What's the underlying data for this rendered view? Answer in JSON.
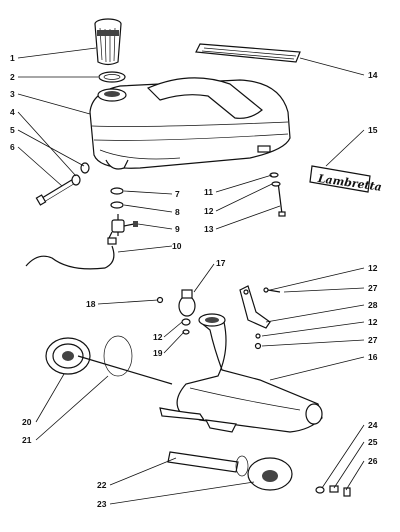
{
  "diagram": {
    "callouts": {
      "n1": "1",
      "n2": "2",
      "n3": "3",
      "n4": "4",
      "n5": "5",
      "n6": "6",
      "n7": "7",
      "n8": "8",
      "n9": "9",
      "n10": "10",
      "n11": "11",
      "n12a": "12",
      "n12b": "12",
      "n12c": "12",
      "n12d": "12",
      "n13": "13",
      "n14": "14",
      "n15": "15",
      "n16": "16",
      "n17": "17",
      "n18": "18",
      "n19": "19",
      "n20": "20",
      "n21": "21",
      "n22": "22",
      "n23": "23",
      "n24": "24",
      "n25": "25",
      "n26": "26",
      "n27a": "27",
      "n27b": "27",
      "n28": "28"
    },
    "badge_logo_text": "Lambretta"
  }
}
